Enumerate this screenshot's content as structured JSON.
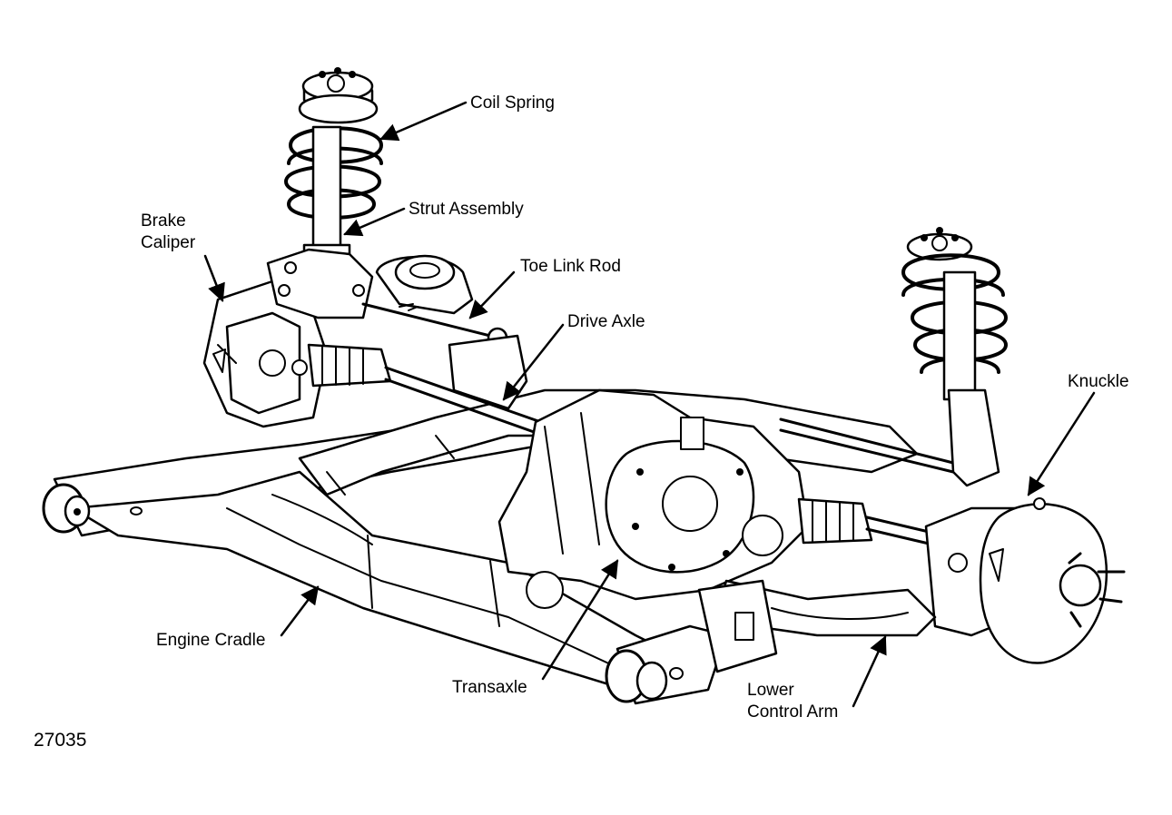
{
  "diagram": {
    "figure_number": "27035",
    "labels": {
      "coil_spring": "Coil Spring",
      "strut_assembly": "Strut Assembly",
      "brake_caliper_line1": "Brake",
      "brake_caliper_line2": "Caliper",
      "toe_link_rod": "Toe Link Rod",
      "drive_axle": "Drive Axle",
      "knuckle": "Knuckle",
      "engine_cradle": "Engine Cradle",
      "transaxle": "Transaxle",
      "lower_control_arm_line1": "Lower",
      "lower_control_arm_line2": "Control Arm"
    },
    "colors": {
      "ink": "#000000",
      "paper": "#ffffff"
    }
  }
}
